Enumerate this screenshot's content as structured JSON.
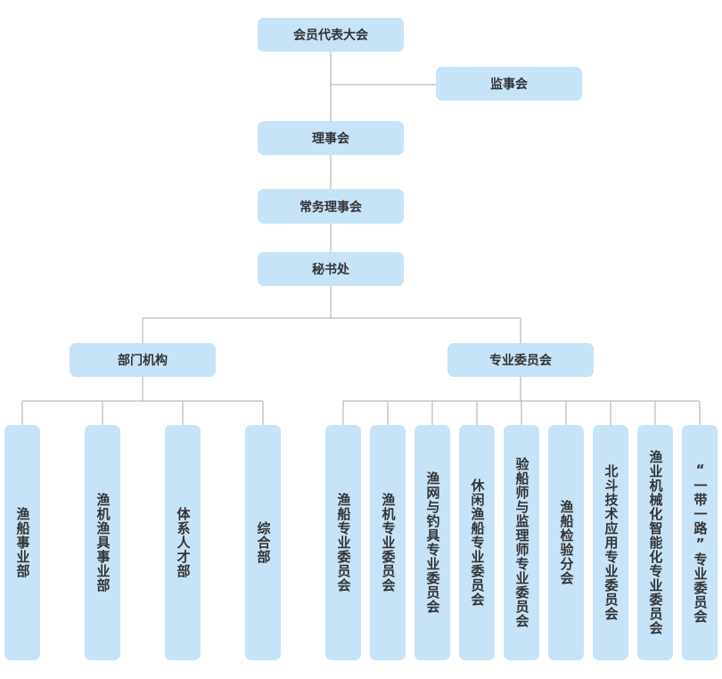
{
  "top": {
    "assembly": "会员代表大会",
    "supervisory": "监事会",
    "council": "理事会",
    "standing_council": "常务理事会",
    "secretariat": "秘书处"
  },
  "branches": {
    "departments": "部门机构",
    "committees": "专业委员会"
  },
  "departments": [
    "渔船事业部",
    "渔机渔具事业部",
    "体系人才部",
    "综合部"
  ],
  "committees": [
    "渔船专业委员会",
    "渔机专业委员会",
    "渔网与钓具专业委员会",
    "休闲渔船专业委员会",
    "验船师与监理师专业委员会",
    "渔船检验分会",
    "北斗技术应用专业委员会",
    "渔业机械化智能化专业委员会",
    "“一带一路”专业委员会"
  ]
}
